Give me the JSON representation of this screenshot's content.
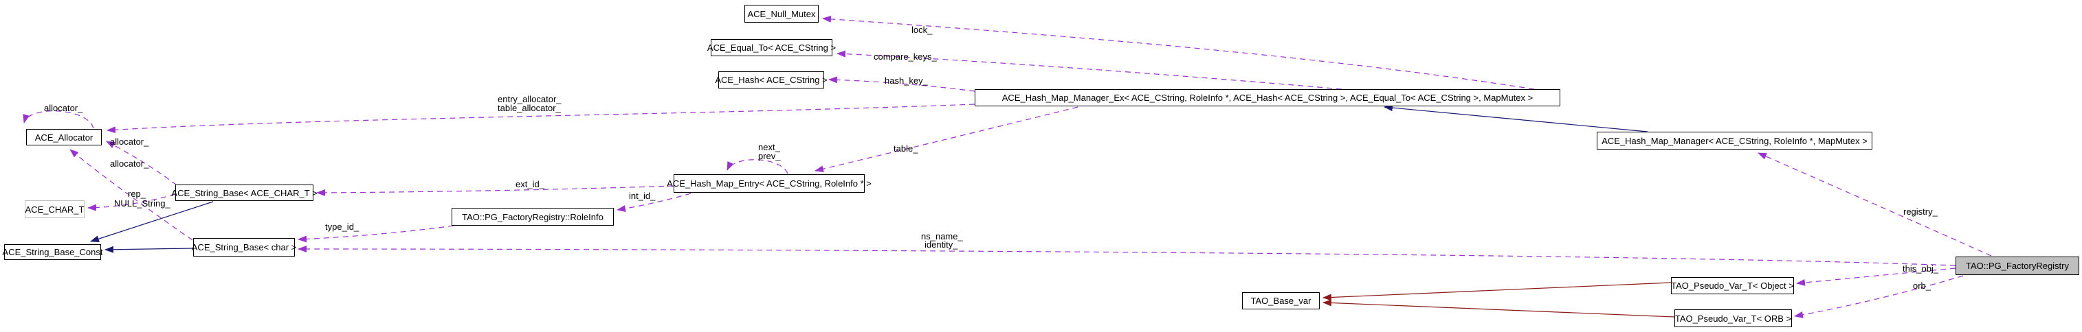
{
  "diagram": {
    "type": "doxygen-collaboration-graph",
    "focus_class": "TAO::PG_FactoryRegistry",
    "colors": {
      "background": "#ffffff",
      "association_edge": "#9a32cd",
      "public_inheritance_edge": "#191970",
      "alt_inheritance_edge": "#8b1a1a",
      "node_border": "#000000",
      "undocumented_node_border": "#c0c0c0",
      "focus_node_fill": "#bfbfbf"
    }
  },
  "nodes": {
    "ace_null_mutex": {
      "label": "ACE_Null_Mutex"
    },
    "ace_equal_to": {
      "label": "ACE_Equal_To< ACE_CString >"
    },
    "ace_hash": {
      "label": "ACE_Hash< ACE_CString >"
    },
    "ace_hash_map_manager_ex": {
      "label": "ACE_Hash_Map_Manager_Ex< ACE_CString, RoleInfo *, ACE_Hash< ACE_CString >, ACE_Equal_To< ACE_CString >, MapMutex >"
    },
    "ace_hash_map_manager": {
      "label": "ACE_Hash_Map_Manager< ACE_CString, RoleInfo *, MapMutex >"
    },
    "ace_allocator": {
      "label": "ACE_Allocator"
    },
    "ace_char_t": {
      "label": "ACE_CHAR_T"
    },
    "ace_string_base_ace_char_t": {
      "label": "ACE_String_Base< ACE_CHAR_T >"
    },
    "ace_string_base_const": {
      "label": "ACE_String_Base_Const"
    },
    "ace_string_base_char": {
      "label": "ACE_String_Base< char >"
    },
    "ace_hash_map_entry": {
      "label": "ACE_Hash_Map_Entry< ACE_CString, RoleInfo * >"
    },
    "roleinfo": {
      "label": "TAO::PG_FactoryRegistry::RoleInfo"
    },
    "tao_base_var": {
      "label": "TAO_Base_var"
    },
    "tao_pseudo_var_object": {
      "label": "TAO_Pseudo_Var_T< Object >"
    },
    "tao_pseudo_var_orb": {
      "label": "TAO_Pseudo_Var_T< ORB >"
    },
    "pg_factory_registry": {
      "label": "TAO::PG_FactoryRegistry"
    }
  },
  "edge_labels": {
    "lock": "lock_",
    "compare_keys": "compare_keys_",
    "hash_key": "hash_key_",
    "entry_allocator": "entry_allocator_",
    "table_allocator": "table_allocator_",
    "allocator_self": "allocator_",
    "allocator_from_string_base_ace_char_t": "allocator_",
    "allocator_from_string_base_char": "allocator_",
    "rep": "rep_",
    "null_string": "NULL_String_",
    "ext_id": "ext_id_",
    "int_id": "int_id_",
    "next": "next_",
    "prev": "prev_",
    "table": "table_",
    "type_id": "type_id_",
    "ns_name": "ns_name_",
    "identity": "identity_",
    "registry": "registry_",
    "this_obj": "this_obj_",
    "orb": "orb_"
  }
}
